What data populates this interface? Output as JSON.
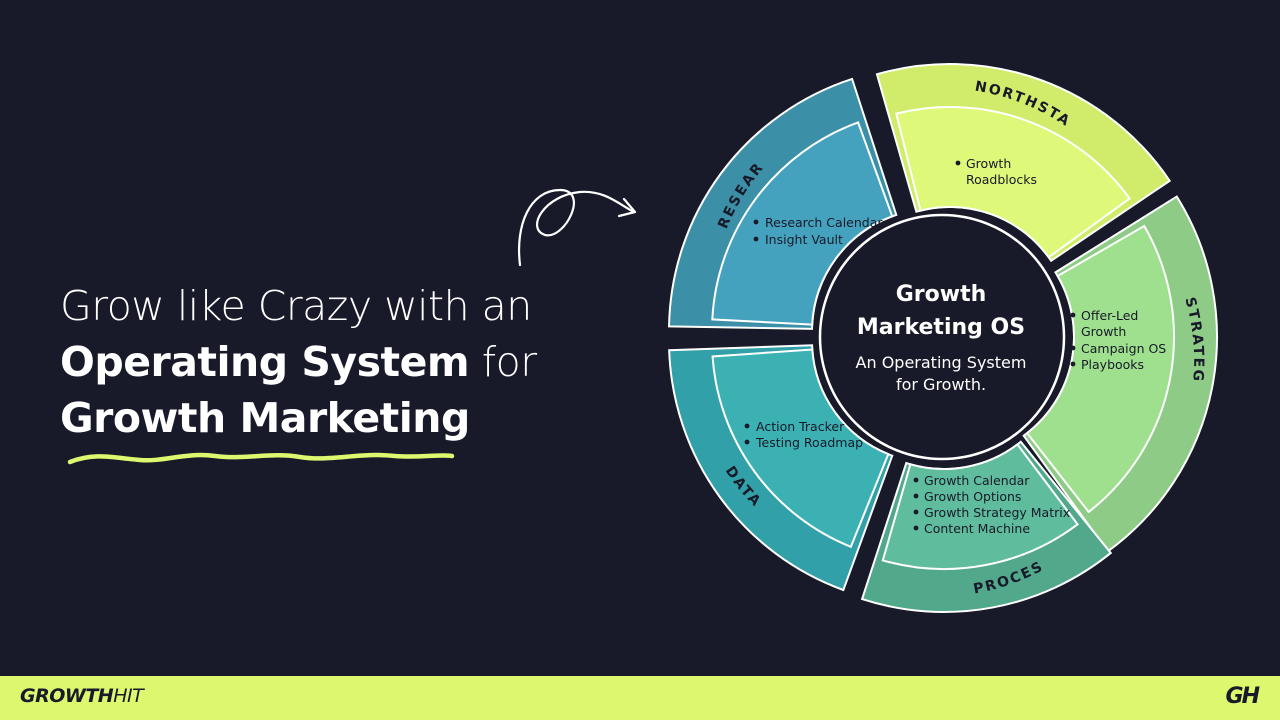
{
  "headline": {
    "line1": "Grow like Crazy with an",
    "bold1": "Operating System",
    "plain1": " for",
    "bold2": "Growth Marketing"
  },
  "center": {
    "title_line1": "Growth",
    "title_line2": "Marketing OS",
    "subtitle_line1": "An Operating System",
    "subtitle_line2": "for Growth."
  },
  "segments": [
    {
      "key": "research",
      "label": "RESEARCH",
      "items": [
        "Research Calendar",
        "Insight Vault"
      ],
      "outer_color": "#3b8fa6",
      "inner_color": "#45a2bf"
    },
    {
      "key": "northstar",
      "label": "NORTHSTAR",
      "items": [
        "Growth",
        "Roadblocks"
      ],
      "item_bullets": [
        true,
        false
      ],
      "outer_color": "#d1ec6b",
      "inner_color": "#def97a"
    },
    {
      "key": "strategy",
      "label": "STRATEGY",
      "items": [
        "Offer-Led",
        "Growth",
        "Campaign OS",
        "Playbooks"
      ],
      "item_bullets": [
        true,
        false,
        true,
        true
      ],
      "outer_color": "#8ecb87",
      "inner_color": "#9ee08e"
    },
    {
      "key": "process",
      "label": "PROCESS",
      "items": [
        "Growth Calendar",
        "Growth Options",
        "Growth Strategy Matrix",
        "Content Machine"
      ],
      "outer_color": "#52a88b",
      "inner_color": "#5fbc9c"
    },
    {
      "key": "data",
      "label": "DATA",
      "items": [
        "Action Tracker",
        "Testing Roadmap"
      ],
      "outer_color": "#31a0a8",
      "inner_color": "#3cb1b4"
    }
  ],
  "footer": {
    "brand_growth": "GROWTH",
    "brand_hit": "HIT",
    "mark": "GH"
  },
  "colors": {
    "background": "#181a29",
    "accent": "#ddf86f",
    "text_dark": "#181a29",
    "text_light": "#ffffff"
  }
}
